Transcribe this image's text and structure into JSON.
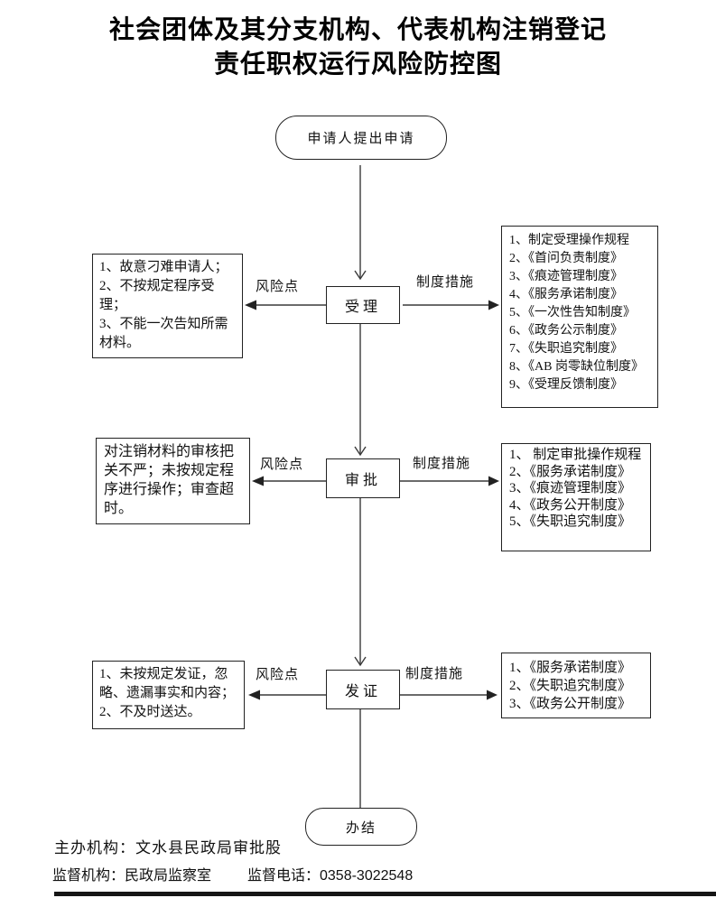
{
  "title": {
    "line1": "社会团体及其分支机构、代表机构注销登记",
    "line2": "责任职权运行风险防控图"
  },
  "labels": {
    "risk": "风险点",
    "measure": "制度措施"
  },
  "flow": {
    "start_label": "申请人提出申请",
    "end_label": "办结",
    "stages": [
      {
        "name": "受理",
        "risks": [
          "1、故意刁难申请人；",
          "2、不按规定程序受理；",
          "3、不能一次告知所需材料。"
        ],
        "measures": [
          "1、制定受理操作规程",
          "2、《首问负责制度》",
          "3、《痕迹管理制度》",
          "4、《服务承诺制度》",
          "5、《一次性告知制度》",
          "6、《政务公示制度》",
          "7、《失职追究制度》",
          "8、《AB 岗零缺位制度》",
          "9、《受理反馈制度》"
        ]
      },
      {
        "name": "审批",
        "risks": [
          "对注销材料的审核把关不严；未按规定程序进行操作；审查超时。"
        ],
        "measures": [
          "1、 制定审批操作规程",
          "2、《服务承诺制度》",
          "3、《痕迹管理制度》",
          "4、《政务公开制度》",
          "5、《失职追究制度》"
        ]
      },
      {
        "name": "发证",
        "risks": [
          "1、未按规定发证，忽略、遗漏事实和内容；",
          "2、不及时送达。"
        ],
        "measures": [
          "1、《服务承诺制度》",
          "2、《失职追究制度》",
          "3、《政务公开制度》"
        ]
      }
    ]
  },
  "footer": {
    "organizer": "主办机构：文水县民政局审批股",
    "supervisor": "监督机构：民政局监察室",
    "phone": "监督电话：0358-3022548"
  }
}
